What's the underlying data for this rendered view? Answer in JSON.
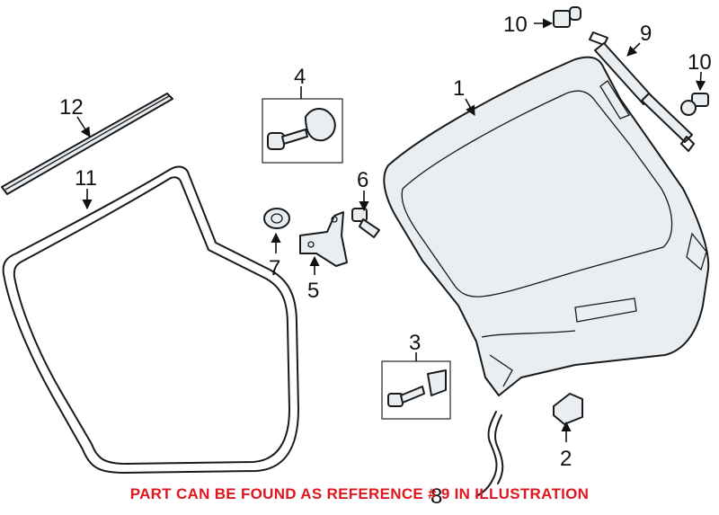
{
  "diagram": {
    "callouts": {
      "c1": "1",
      "c2": "2",
      "c3": "3",
      "c4": "4",
      "c5": "5",
      "c6": "6",
      "c7": "7",
      "c8": "8",
      "c9": "9",
      "c10a": "10",
      "c10b": "10",
      "c11": "11",
      "c12": "12"
    },
    "notice": "PART CAN BE FOUND AS REFERENCE # 9 IN ILLUSTRATION"
  },
  "colors": {
    "notice_text": "#e0161f",
    "part_fill": "#e9eef3",
    "line": "#1a1a1a"
  }
}
